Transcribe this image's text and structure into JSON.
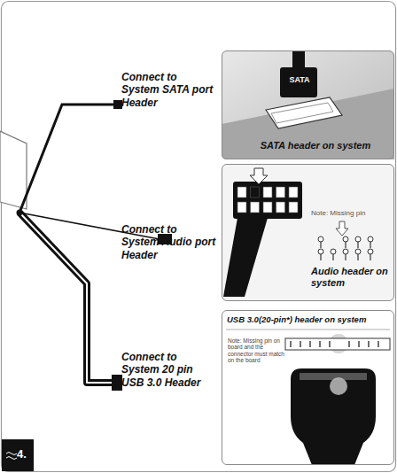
{
  "diagram": {
    "nodes": [
      {
        "text": [
          "SATA",
          "SATA header on system"
        ]
      },
      {
        "text": [
          "Note: Missing pin",
          "Audio header on system"
        ]
      },
      {
        "text": [
          "USB 3.0(20-pin*) header on system",
          "Note: Missing pin on board and the connector must match on the board"
        ]
      },
      {
        "text": [
          "4."
        ]
      }
    ],
    "labels": [
      "Connect to System SATA port Header",
      "Connect to System Audio port Header",
      "Connect to System 20 pin USB 3.0 Header"
    ]
  }
}
